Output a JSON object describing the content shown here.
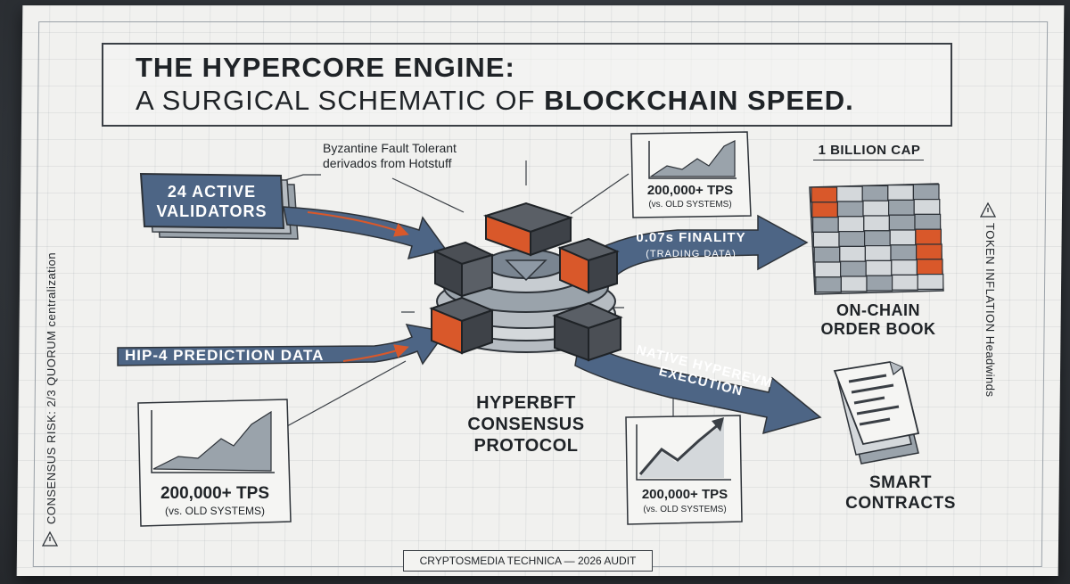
{
  "title": {
    "line1": "THE HYPERCORE ENGINE:",
    "line2_light": "A SURGICAL SCHEMATIC OF ",
    "line2_bold": "BLOCKCHAIN SPEED."
  },
  "annotations": {
    "byzantine": "Byzantine Fault Tolerant\nderivados from Hotstuff"
  },
  "inputs": {
    "validators": "24 ACTIVE\nVALIDATORS",
    "hip4": "HIP-4 PREDICTION DATA"
  },
  "core": {
    "label": "HYPERBFT\nCONSENSUS\nPROTOCOL"
  },
  "outputs": {
    "finality_title": "0.07s FINALITY",
    "finality_sub": "(TRADING DATA)",
    "hyperevm": "NATIVE HYPEREVM\nEXECUTION",
    "cap": "1 BILLION CAP",
    "order_book": "ON-CHAIN\nORDER BOOK",
    "smart_contracts": "SMART\nCONTRACTS"
  },
  "tps_cards": [
    {
      "value": "200,000+ TPS",
      "note": "(vs. OLD SYSTEMS)"
    },
    {
      "value": "200,000+ TPS",
      "note": "(vs. OLD SYSTEMS)"
    },
    {
      "value": "200,000+ TPS",
      "note": "(vs. OLD SYSTEMS)"
    }
  ],
  "side_notes": {
    "left": "CONSENSUS RISK: 2/3 QUORUM centralization",
    "right": "TOKEN INFLATION Headwinds",
    "warn_icon": "warning-triangle-icon"
  },
  "footer": "CRYPTOSMEDIA TECHNICA — 2026 AUDIT",
  "colors": {
    "slate_blue": "#4d6585",
    "orange": "#d9582a",
    "dark_gray": "#4b4f55",
    "paper": "#f1f1ef"
  }
}
